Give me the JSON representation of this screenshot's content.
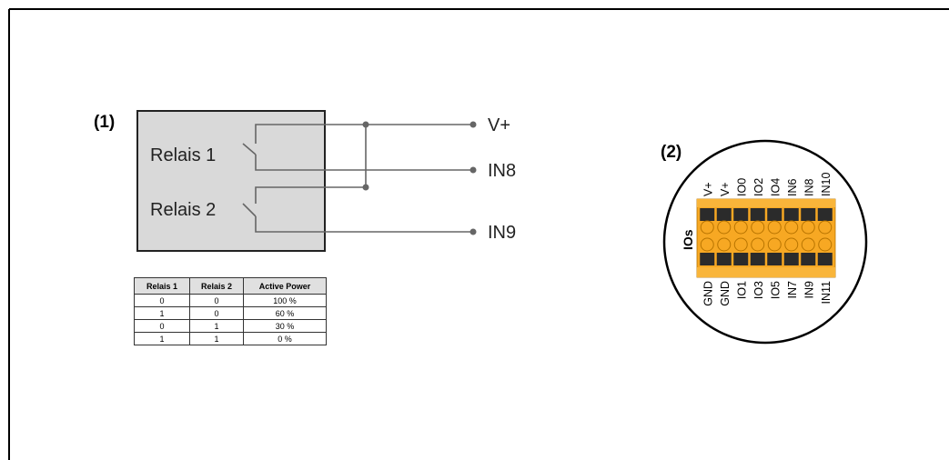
{
  "diagram": {
    "label_1": "(1)",
    "label_2": "(2)",
    "relay_1": "Relais 1",
    "relay_2": "Relais 2",
    "terminals": {
      "vplus": "V+",
      "in8": "IN8",
      "in9": "IN9"
    }
  },
  "truth_table": {
    "headers": [
      "Relais 1",
      "Relais 2",
      "Active Power"
    ],
    "rows": [
      [
        "0",
        "0",
        "100 %"
      ],
      [
        "1",
        "0",
        "60 %"
      ],
      [
        "0",
        "1",
        "30 %"
      ],
      [
        "1",
        "1",
        "0 %"
      ]
    ]
  },
  "connector": {
    "side_label": "IOs",
    "top_pins": [
      "V+",
      "V+",
      "IO0",
      "IO2",
      "IO4",
      "IN6",
      "IN8",
      "IN10"
    ],
    "bottom_pins": [
      "GND",
      "GND",
      "IO1",
      "IO3",
      "IO5",
      "IN7",
      "IN9",
      "IN11"
    ]
  },
  "colors": {
    "line": "#666666",
    "box_fill": "#d9d9d9",
    "connector_orange": "#f7a823",
    "connector_dark": "#2b2b2b"
  }
}
